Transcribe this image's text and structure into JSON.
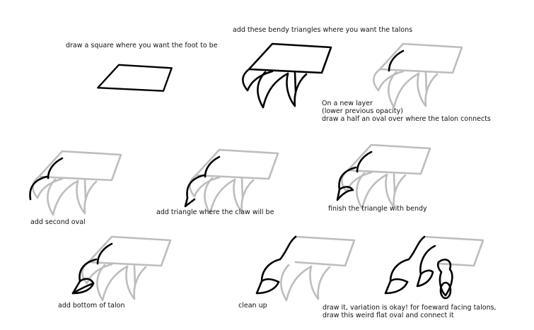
{
  "steps": [
    {
      "caption": "draw a square where you want the foot to be"
    },
    {
      "caption": "add these bendy triangles where you want the talons"
    },
    {
      "caption": "On a new layer\n(lower previous opacity)\ndraw a half an oval over where the talon connects"
    },
    {
      "caption": "add second oval"
    },
    {
      "caption": "add triangle where the claw will be"
    },
    {
      "caption": "finish the triangle with bendy"
    },
    {
      "caption": "add bottom of talon"
    },
    {
      "caption": "clean up"
    },
    {
      "caption": "draw it, variation is okay! for foeward facing talons,\ndraw this weird flat oval and connect it"
    }
  ],
  "colors": {
    "ink": "#000000",
    "previous_layer": "#bdbdbd"
  }
}
